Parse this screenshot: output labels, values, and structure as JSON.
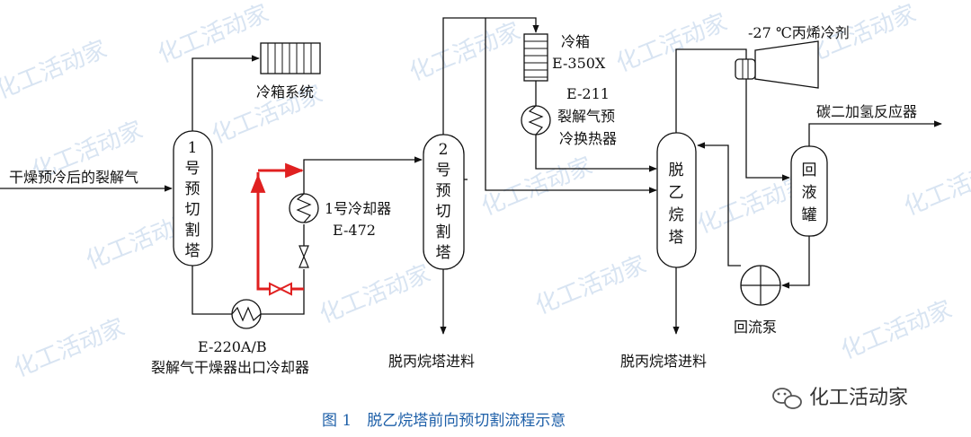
{
  "labels": {
    "feed_gas": "干燥预冷后的裂解气",
    "cold_box_system": "冷箱系统",
    "tower1": [
      "1",
      "号",
      "预",
      "切",
      "割",
      "塔"
    ],
    "tower2": [
      "2",
      "号",
      "预",
      "切",
      "割",
      "塔"
    ],
    "cooler1_line1": "1号冷却器",
    "cooler1_line2": "E-472",
    "e220_line1": "E-220A/B",
    "e220_line2": "裂解气干燥器出口冷却器",
    "cold_box_line1": "冷箱",
    "cold_box_line2": "E-350X",
    "e211_line1": "E-211",
    "e211_line2": "裂解气预",
    "e211_line3": "冷换热器",
    "deethanizer": [
      "脱",
      "乙",
      "烷",
      "塔"
    ],
    "propylene_refrig": "-27 ℃丙烯冷剂",
    "co2_reactor": "碳二加氢反应器",
    "reflux_drum": [
      "回",
      "液",
      "罐"
    ],
    "reflux_pump": "回流泵",
    "depropanizer_feed_1": "脱丙烷塔进料",
    "depropanizer_feed_2": "脱丙烷塔进料"
  },
  "caption": "图 1　脱乙烷塔前向预切割流程示意",
  "brand": "化工活动家",
  "watermark": "化工活动家",
  "colors": {
    "line": "#111111",
    "highlight": "#e02020",
    "caption": "#1d5fa8",
    "watermark": "#b9cfe8"
  },
  "icons": [
    "wechat-icon",
    "heat-exchanger-icon",
    "valve-icon",
    "pump-icon"
  ]
}
